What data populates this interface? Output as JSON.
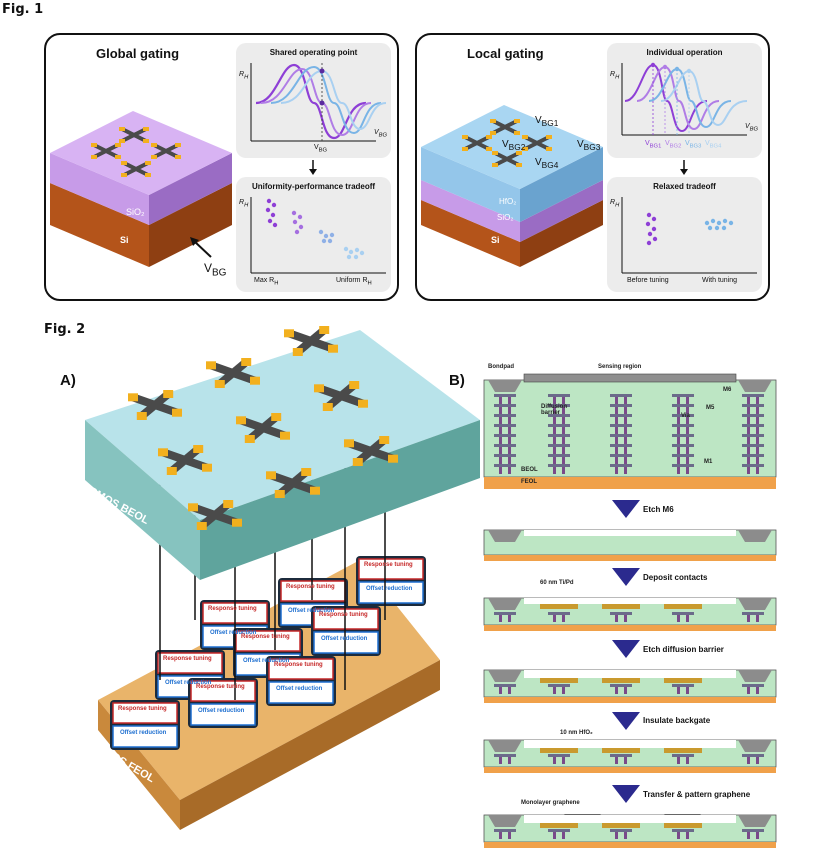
{
  "fig1": {
    "label": "Fig. 1",
    "global": {
      "title": "Global gating",
      "layers": [
        "SiO₂",
        "Si"
      ],
      "vbg": "V",
      "vbg_sub": "BG",
      "top_box": {
        "title": "Shared operating point",
        "ylabel": "R",
        "ysub": "H",
        "xlabel": "V",
        "xsub": "BG",
        "xtick": "V",
        "xtick_sub": "BG"
      },
      "bottom_box": {
        "title": "Uniformity-performance tradeoff",
        "ylabel": "R",
        "ysub": "H",
        "left_tick": "Max R",
        "left_sub": "H",
        "right_tick": "Uniform R",
        "right_sub": "H"
      }
    },
    "local": {
      "title": "Local gating",
      "layers": [
        "HfO₂",
        "SiO₂",
        "Si"
      ],
      "gates": [
        {
          "label": "V",
          "sub": "BG1"
        },
        {
          "label": "V",
          "sub": "BG2"
        },
        {
          "label": "V",
          "sub": "BG3"
        },
        {
          "label": "V",
          "sub": "BG4"
        }
      ],
      "top_box": {
        "title": "Individual operation",
        "ylabel": "R",
        "ysub": "H",
        "xlabel": "V",
        "xsub": "BG",
        "ticks": [
          "BG1",
          "BG2",
          "BG3",
          "BG4"
        ]
      },
      "bottom_box": {
        "title": "Relaxed tradeoff",
        "ylabel": "R",
        "ysub": "H",
        "left_tick": "Before tuning",
        "right_tick": "With tuning"
      }
    }
  },
  "fig2": {
    "label": "Fig. 2",
    "panel_a": {
      "label": "A)",
      "top_layer": "CMOS BEOL",
      "bottom_layer": "CMOS FEOL",
      "cell_top": "Response tuning",
      "cell_bottom": "Offset reduction"
    },
    "panel_b": {
      "label": "B)",
      "labels": {
        "bondpad": "Bondpad",
        "sensing": "Sensing region",
        "m6": "M6",
        "m5": "M5",
        "m1": "M1",
        "via": "Via",
        "diffusion": "Diffusion barrier",
        "beol": "BEOL",
        "feol": "FEOL"
      },
      "steps": [
        "Etch M6",
        "Deposit contacts",
        "Etch diffusion barrier",
        "Insulate backgate",
        "Transfer & pattern graphene"
      ],
      "step_notes": [
        "",
        "60 nm Ti/Pd",
        "",
        "10 nm HfO₂",
        "Monolayer graphene"
      ]
    }
  },
  "colors": {
    "purple": "#8e3fd6",
    "lightblue": "#79b4e6",
    "cross": "#4a4a4a",
    "pad": "#f2b01e",
    "si": "#c45e1a",
    "sio2": "#c79be8",
    "hfo2": "#94c6ea",
    "beol": "#b9e5ea",
    "feol": "#f0a14a"
  }
}
